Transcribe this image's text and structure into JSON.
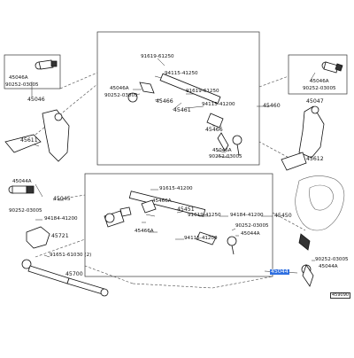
{
  "diagram": {
    "part_labels": {
      "p45046": "45046",
      "p45046a_tl": "45046A",
      "p90252_tl": "90252-03005",
      "p91619_top": "91619-61250",
      "p94115_top": "94115-41250",
      "p45046a_top": "45046A",
      "p90252_top": "90252-03005",
      "p45466_top": "45466",
      "p45461": "45461",
      "p91619_mid": "91619-61250",
      "p94115_mid": "94115-41200",
      "p45460": "45460",
      "p45466_mid": "45466",
      "p45046a_midr": "45046A",
      "p90252_midr": "90252-03005",
      "p45046a_tr": "45046A",
      "p90252_tr": "90252-03005",
      "p45047": "45047",
      "p45611": "45611",
      "p45612": "45612",
      "p45044a_l": "45044A",
      "p90252_l": "90252-03005",
      "p45045": "45045",
      "p94184_l": "94184-41200",
      "p45721": "45721",
      "p91651": "91651-61030 (2)",
      "p45700": "45700",
      "p91615_box": "91615-41200",
      "p45466a": "45466A",
      "p45451": "45451",
      "p91619_box": "91619-41250",
      "p94184_box": "94184-41200",
      "p45450": "45450",
      "p90252_box": "90252-03005",
      "p45044a_box": "45044A",
      "p94115_box": "94115-41200",
      "p45466a_box2": "45466A",
      "p45044_sel": "45044",
      "p90252_br": "90252-03005",
      "p45044a_br": "45044A",
      "footer_code": "459090"
    },
    "highlight_color": "#2f6fe0",
    "line_color": "#222222"
  }
}
